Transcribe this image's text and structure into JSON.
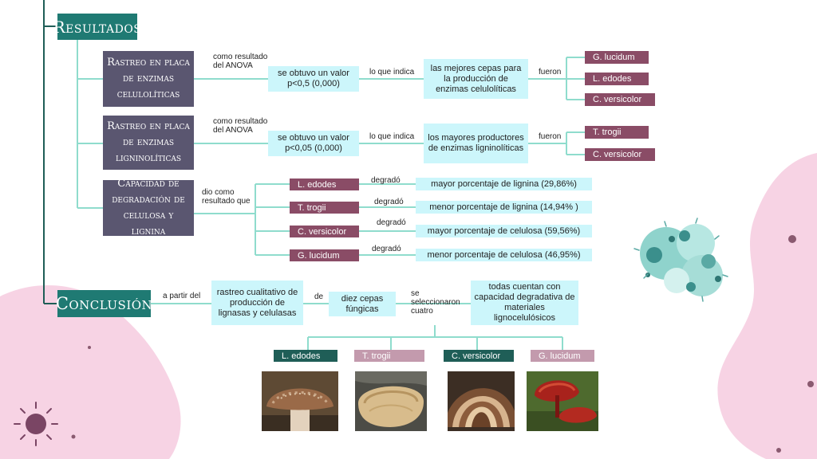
{
  "headers": {
    "resultados": "Resultados",
    "conclusion": "Conclusión"
  },
  "topics": {
    "t1": "Rastreo en placa de enzimas celulolíticas",
    "t2": "Rastreo en placa de enzimas ligninolíticas",
    "t3": "Capacidad de degradación de celulosa y lignina"
  },
  "connectors": {
    "como_resultado": "como resultado del ANOVA",
    "lo_que_indica": "lo que indica",
    "fueron": "fueron",
    "dio_como": "dio como resultado que",
    "degrado": "degradó",
    "a_partir": "a partir del",
    "de": "de",
    "se_seleccionaron": "se seleccionaron cuatro"
  },
  "row1": {
    "valor": "se obtuvo un valor p<0,5 (0,000)",
    "indica": "las mejores cepas para la producción de enzimas celulolíticas",
    "species": [
      "G. lucidum",
      "L. edodes",
      "C. versicolor"
    ]
  },
  "row2": {
    "valor": "se obtuvo un valor p<0,05 (0,000)",
    "indica": "los mayores productores de enzimas ligninolíticas",
    "species": [
      "T. trogii",
      "C. versicolor"
    ]
  },
  "row3": {
    "items": [
      {
        "species": "L. edodes",
        "result": "mayor porcentaje de lignina (29,86%)"
      },
      {
        "species": "T. trogii",
        "result": "menor porcentaje de lignina (14,94% )"
      },
      {
        "species": "C. versicolor",
        "result": "mayor porcentaje de celulosa (59,56%)"
      },
      {
        "species": "G. lucidum",
        "result": "menor porcentaje de celulosa (46,95%)"
      }
    ]
  },
  "conclusion": {
    "rastreo": "rastreo cualitativo de producción de lignasas y celulasas",
    "cepas": "diez cepas fúngicas",
    "todas": "todas cuentan con capacidad degradativa de materiales lignocelulósicos",
    "species": [
      "L. edodes",
      "T. trogii",
      "C. versicolor",
      "G. lucidum"
    ]
  },
  "colors": {
    "teal_header": "#1f7a73",
    "topic_purple": "#5a5670",
    "species_dark": "#8a4c66",
    "species_light": "#c39aad",
    "species_teal": "#1f5e57",
    "cyan_box": "#ccf6fb",
    "line": "#8fdccd",
    "blob_pink": "#f7d3e4"
  }
}
